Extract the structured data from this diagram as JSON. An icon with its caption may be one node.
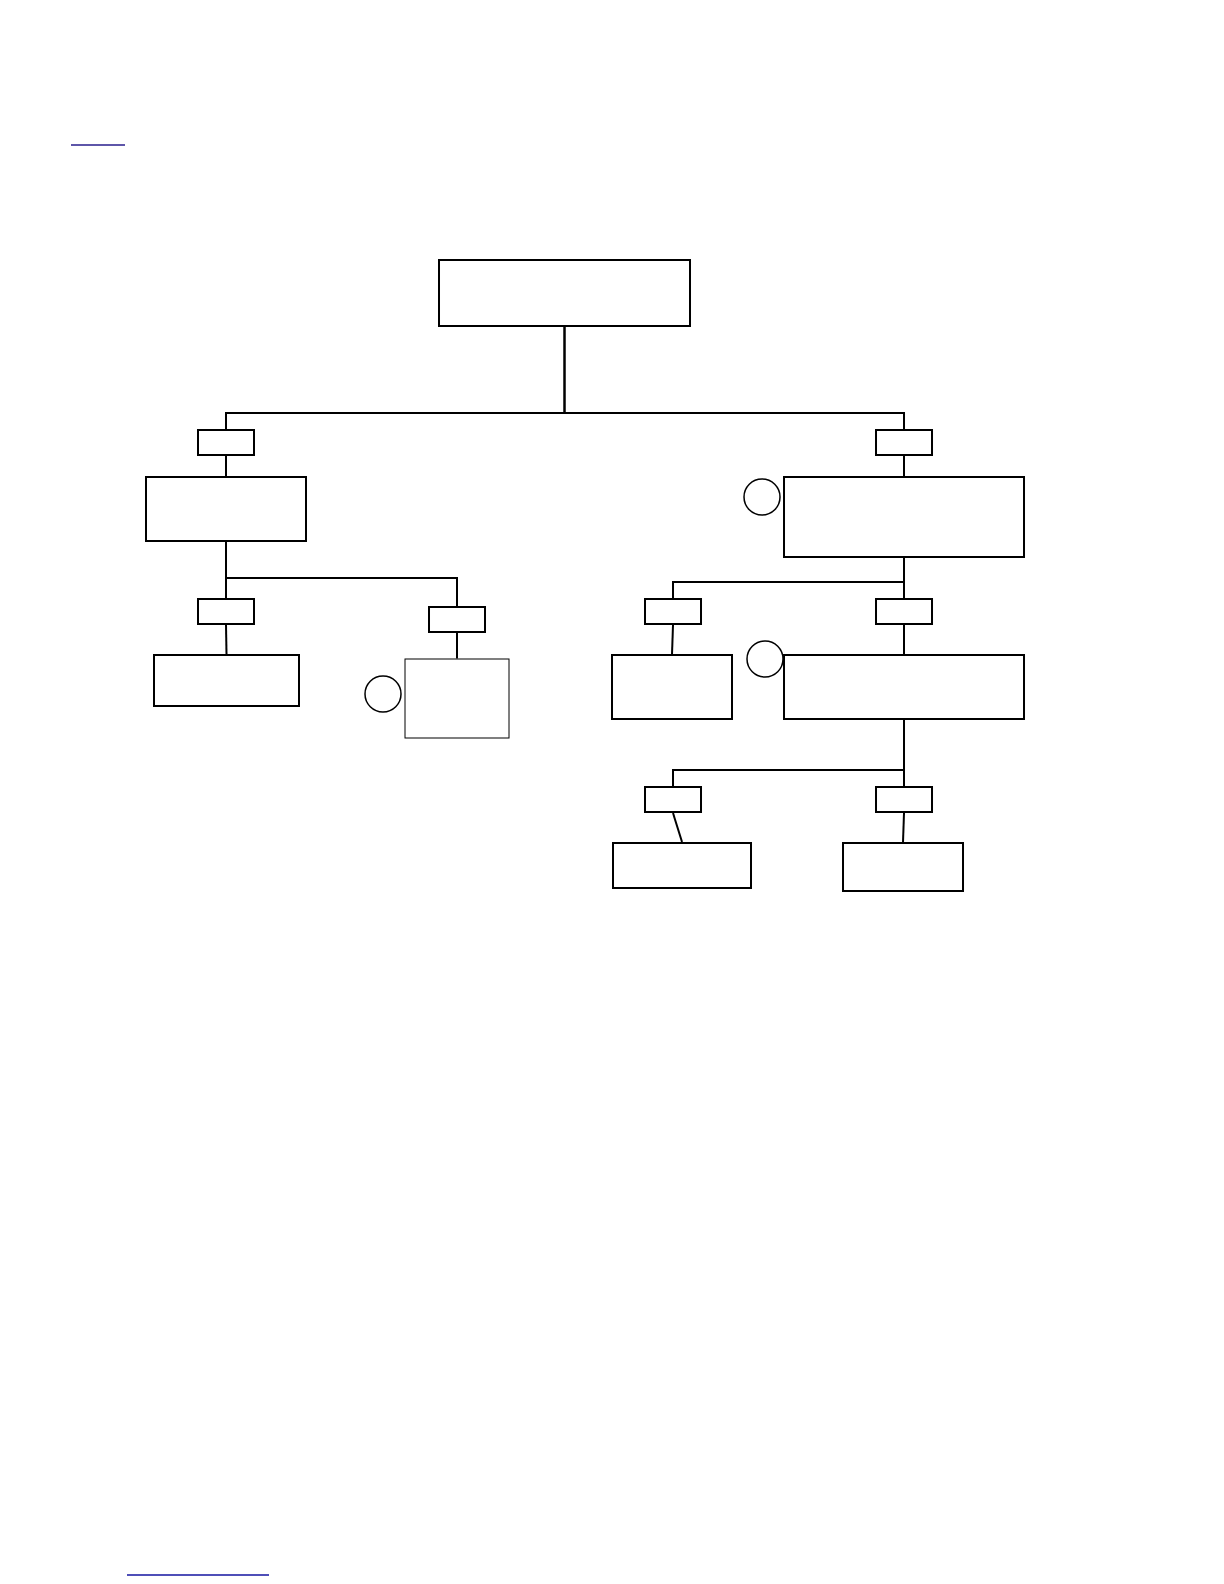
{
  "diagram": {
    "nodes": [
      {
        "text": [],
        "shape": "box"
      },
      {
        "text": [],
        "shape": "box"
      },
      {
        "text": [],
        "shape": "box"
      },
      {
        "text": [],
        "shape": "box"
      },
      {
        "text": [],
        "shape": "circle"
      },
      {
        "text": [],
        "shape": "box"
      },
      {
        "text": [],
        "shape": "box"
      },
      {
        "text": [],
        "shape": "box"
      },
      {
        "text": [],
        "shape": "box"
      },
      {
        "text": [],
        "shape": "box"
      },
      {
        "text": [],
        "shape": "box"
      },
      {
        "text": [],
        "shape": "box"
      },
      {
        "text": [],
        "shape": "circle"
      },
      {
        "text": [],
        "shape": "box"
      },
      {
        "text": [],
        "shape": "circle"
      },
      {
        "text": [],
        "shape": "box"
      },
      {
        "text": [],
        "shape": "box"
      },
      {
        "text": [],
        "shape": "box"
      },
      {
        "text": [],
        "shape": "box"
      },
      {
        "text": [],
        "shape": "box"
      }
    ],
    "edges": [
      {
        "from": 0,
        "to": 1,
        "arrow": "none"
      },
      {
        "from": 0,
        "to": 2,
        "arrow": "none"
      },
      {
        "from": 1,
        "to": 3,
        "arrow": "none"
      },
      {
        "from": 2,
        "to": 5,
        "arrow": "none"
      },
      {
        "from": 3,
        "to": 6,
        "arrow": "none"
      },
      {
        "from": 3,
        "to": 9,
        "arrow": "none"
      },
      {
        "from": 6,
        "to": 10,
        "arrow": "none"
      },
      {
        "from": 9,
        "to": 15,
        "arrow": "none"
      },
      {
        "from": 5,
        "to": 7,
        "arrow": "none"
      },
      {
        "from": 5,
        "to": 8,
        "arrow": "none"
      },
      {
        "from": 7,
        "to": 11,
        "arrow": "none"
      },
      {
        "from": 8,
        "to": 13,
        "arrow": "none"
      },
      {
        "from": 13,
        "to": 16,
        "arrow": "none"
      },
      {
        "from": 13,
        "to": 17,
        "arrow": "none"
      },
      {
        "from": 16,
        "to": 18,
        "arrow": "none"
      },
      {
        "from": 17,
        "to": 19,
        "arrow": "none"
      }
    ]
  }
}
